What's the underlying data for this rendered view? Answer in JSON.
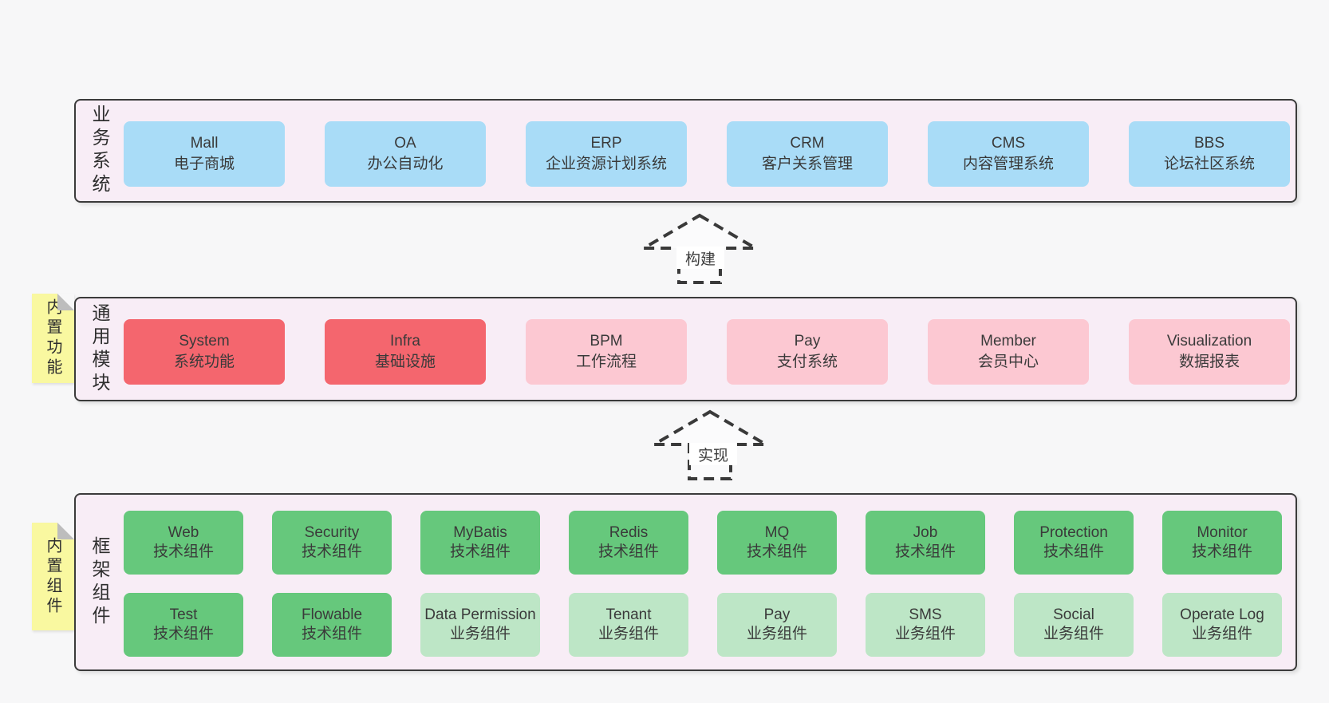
{
  "diagram": {
    "layers": [
      {
        "label": "业务系统",
        "boxes": [
          {
            "name": "Mall",
            "subtitle": "电子商城"
          },
          {
            "name": "OA",
            "subtitle": "办公自动化"
          },
          {
            "name": "ERP",
            "subtitle": "企业资源计划系统"
          },
          {
            "name": "CRM",
            "subtitle": "客户关系管理"
          },
          {
            "name": "CMS",
            "subtitle": "内容管理系统"
          },
          {
            "name": "BBS",
            "subtitle": "论坛社区系统"
          }
        ]
      },
      {
        "label": "通用模块",
        "note": "内置功能",
        "boxes": [
          {
            "name": "System",
            "subtitle": "系统功能"
          },
          {
            "name": "Infra",
            "subtitle": "基础设施"
          },
          {
            "name": "BPM",
            "subtitle": "工作流程"
          },
          {
            "name": "Pay",
            "subtitle": "支付系统"
          },
          {
            "name": "Member",
            "subtitle": "会员中心"
          },
          {
            "name": "Visualization",
            "subtitle": "数据报表"
          }
        ]
      },
      {
        "label": "框架组件",
        "note": "内置组件",
        "rows": [
          [
            {
              "name": "Web",
              "subtitle": "技术组件"
            },
            {
              "name": "Security",
              "subtitle": "技术组件"
            },
            {
              "name": "MyBatis",
              "subtitle": "技术组件"
            },
            {
              "name": "Redis",
              "subtitle": "技术组件"
            },
            {
              "name": "MQ",
              "subtitle": "技术组件"
            },
            {
              "name": "Job",
              "subtitle": "技术组件"
            },
            {
              "name": "Protection",
              "subtitle": "技术组件"
            },
            {
              "name": "Monitor",
              "subtitle": "技术组件"
            }
          ],
          [
            {
              "name": "Test",
              "subtitle": "技术组件"
            },
            {
              "name": "Flowable",
              "subtitle": "技术组件"
            },
            {
              "name": "Data Permission",
              "subtitle": "业务组件"
            },
            {
              "name": "Tenant",
              "subtitle": "业务组件"
            },
            {
              "name": "Pay",
              "subtitle": "业务组件"
            },
            {
              "name": "SMS",
              "subtitle": "业务组件"
            },
            {
              "name": "Social",
              "subtitle": "业务组件"
            },
            {
              "name": "Operate Log",
              "subtitle": "业务组件"
            }
          ]
        ]
      }
    ],
    "arrows": [
      {
        "label": "构建"
      },
      {
        "label": "实现"
      }
    ],
    "colors": {
      "page_bg": "#f7f7f8",
      "layer_bg": "#f8edf6",
      "border": "#3b3b3b",
      "blue_box": "#a9dcf7",
      "red_box": "#f4666e",
      "pink_box": "#fcc8d2",
      "green_dark_box": "#66c87c",
      "green_light_box": "#bde6c6",
      "note_bg": "#f9f8a0",
      "note_fold": "#bdbdbd",
      "text": "#3a3a3a"
    }
  }
}
